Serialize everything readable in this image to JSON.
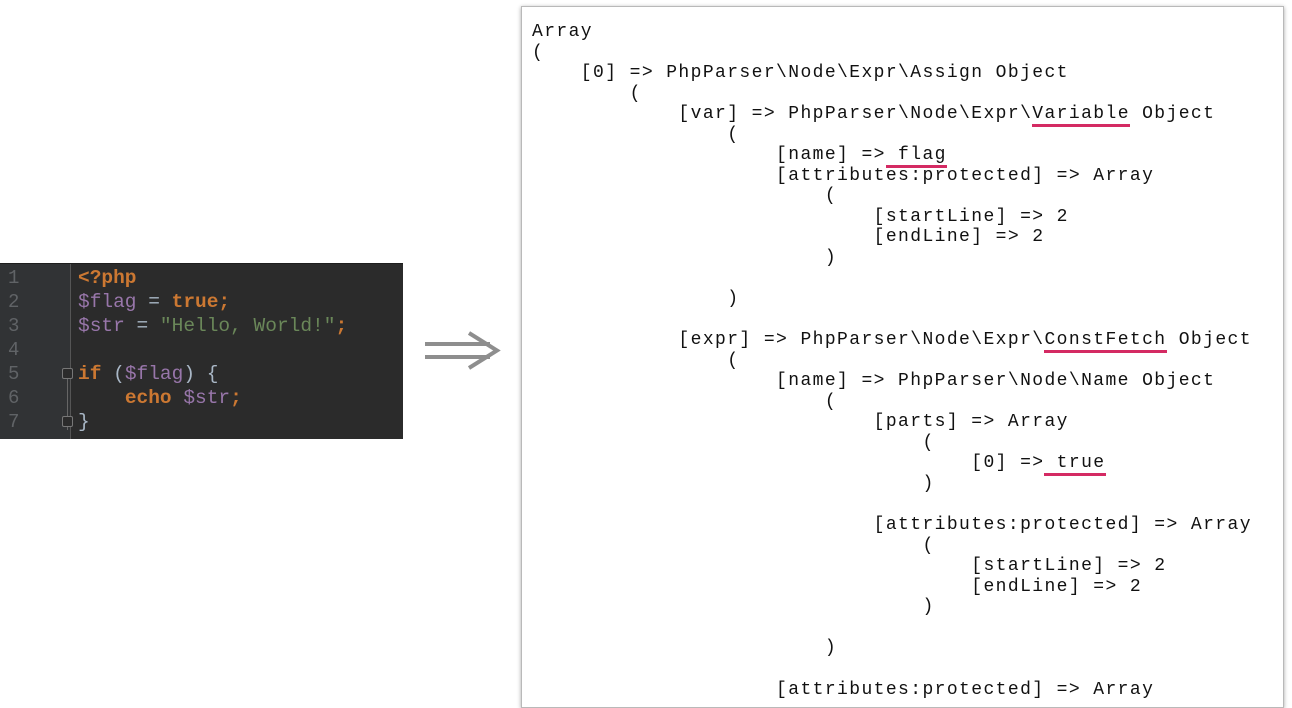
{
  "editor": {
    "line_numbers": [
      "1",
      "2",
      "3",
      "4",
      "5",
      "6",
      "7"
    ],
    "lines": [
      [
        {
          "t": "<?php",
          "c": "kw"
        }
      ],
      [
        {
          "t": "$flag",
          "c": "var"
        },
        {
          "t": " = ",
          "c": ""
        },
        {
          "t": "true;",
          "c": "kw"
        }
      ],
      [
        {
          "t": "$str",
          "c": "var"
        },
        {
          "t": " = ",
          "c": ""
        },
        {
          "t": "\"Hello, World!\"",
          "c": "str"
        },
        {
          "t": ";",
          "c": "kw"
        }
      ],
      [],
      [
        {
          "t": "if",
          "c": "kw"
        },
        {
          "t": " (",
          "c": ""
        },
        {
          "t": "$flag",
          "c": "var"
        },
        {
          "t": ") {",
          "c": ""
        }
      ],
      [
        {
          "t": "    ",
          "c": ""
        },
        {
          "t": "echo",
          "c": "kw"
        },
        {
          "t": " ",
          "c": ""
        },
        {
          "t": "$str",
          "c": "var"
        },
        {
          "t": ";",
          "c": "kw"
        }
      ],
      [
        {
          "t": "}",
          "c": ""
        }
      ]
    ]
  },
  "arrow_icon": "double-right-arrow",
  "accent_color": "#d42a63",
  "dump": [
    {
      "pre": "Array"
    },
    {
      "pre": "("
    },
    {
      "pre": "    [0] => PhpParser\\Node\\Expr\\Assign Object"
    },
    {
      "pre": "        ("
    },
    {
      "pre": "            [var] => PhpParser\\Node\\Expr\\",
      "mark": "Variable",
      "post": " Object"
    },
    {
      "pre": "                ("
    },
    {
      "pre": "                    [name] =>",
      "mark": " flag"
    },
    {
      "pre": "                    [attributes:protected] => Array"
    },
    {
      "pre": "                        ("
    },
    {
      "pre": "                            [startLine] => 2"
    },
    {
      "pre": "                            [endLine] => 2"
    },
    {
      "pre": "                        )"
    },
    {
      "pre": ""
    },
    {
      "pre": "                )"
    },
    {
      "pre": ""
    },
    {
      "pre": "            [expr] => PhpParser\\Node\\Expr\\",
      "mark": "ConstFetch",
      "post": " Object"
    },
    {
      "pre": "                ("
    },
    {
      "pre": "                    [name] => PhpParser\\Node\\Name Object"
    },
    {
      "pre": "                        ("
    },
    {
      "pre": "                            [parts] => Array"
    },
    {
      "pre": "                                ("
    },
    {
      "pre": "                                    [0] =>",
      "mark": " true"
    },
    {
      "pre": "                                )"
    },
    {
      "pre": ""
    },
    {
      "pre": "                            [attributes:protected] => Array"
    },
    {
      "pre": "                                ("
    },
    {
      "pre": "                                    [startLine] => 2"
    },
    {
      "pre": "                                    [endLine] => 2"
    },
    {
      "pre": "                                )"
    },
    {
      "pre": ""
    },
    {
      "pre": "                        )"
    },
    {
      "pre": ""
    },
    {
      "pre": "                    [attributes:protected] => Array"
    }
  ]
}
